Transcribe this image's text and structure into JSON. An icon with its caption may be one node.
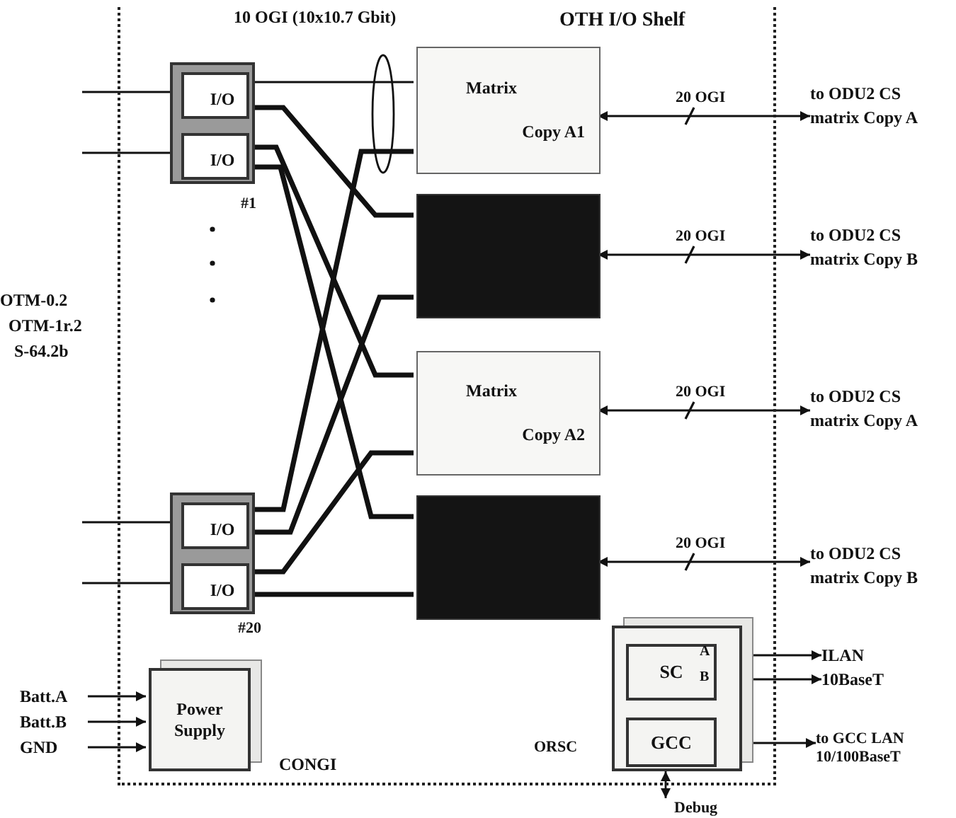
{
  "diagram": {
    "nodes": [
      {
        "text": [
          "OTH I/O Shelf"
        ]
      },
      {
        "text": [],
        "shape": "box",
        "in": 0,
        "beside": [
          "#1"
        ]
      },
      {
        "text": [
          "I/O"
        ],
        "in": 1
      },
      {
        "text": [
          "I/O"
        ],
        "in": 1
      },
      {
        "text": [],
        "shape": "box",
        "in": 0,
        "beside": [
          "#20"
        ]
      },
      {
        "text": [
          "I/O"
        ],
        "in": 4
      },
      {
        "text": [
          "I/O"
        ],
        "in": 4
      },
      {
        "text": [
          "Matrix",
          "Copy A1"
        ],
        "in": 0
      },
      {
        "text": [],
        "shape": "box",
        "in": 0
      },
      {
        "text": [
          "Matrix",
          "Copy A2"
        ],
        "in": 0
      },
      {
        "text": [],
        "shape": "box",
        "in": 0
      },
      {
        "text": [
          "Power Supply"
        ],
        "in": 0
      },
      {
        "text": [],
        "shape": "box",
        "in": 0,
        "beside": [
          "ORSC"
        ]
      },
      {
        "text": [
          "SC"
        ],
        "in": 12
      },
      {
        "text": [
          "GCC"
        ],
        "in": 12
      },
      {
        "text": [
          "to ODU2 CS matrix Copy A"
        ]
      },
      {
        "text": [
          "to ODU2 CS matrix Copy B"
        ]
      },
      {
        "text": [
          "to ODU2 CS matrix Copy A"
        ]
      },
      {
        "text": [
          "to ODU2 CS matrix Copy B"
        ]
      },
      {
        "text": [
          "ILAN 10BaseT"
        ]
      },
      {
        "text": [
          "to GCC LAN 10/100BaseT"
        ]
      },
      {
        "text": [
          "Batt.A"
        ]
      },
      {
        "text": [
          "Batt.B"
        ]
      },
      {
        "text": [
          "GND"
        ]
      },
      {
        "text": [
          "Debug"
        ]
      },
      {
        "text": [],
        "shape": "ellipse",
        "in": 0
      }
    ],
    "edges": [
      {
        "from": null,
        "to": 2,
        "arrow": "none"
      },
      {
        "from": null,
        "to": 3,
        "arrow": "none"
      },
      {
        "from": null,
        "to": 5,
        "arrow": "none"
      },
      {
        "from": null,
        "to": 6,
        "arrow": "none"
      },
      {
        "from": 2,
        "to": 7,
        "arrow": "none"
      },
      {
        "from": 2,
        "to": 8,
        "arrow": "none",
        "style": "thick"
      },
      {
        "from": 3,
        "to": 9,
        "arrow": "none",
        "style": "thick"
      },
      {
        "from": 3,
        "to": 10,
        "arrow": "none",
        "style": "thick"
      },
      {
        "from": 5,
        "to": 7,
        "arrow": "none",
        "style": "thick"
      },
      {
        "from": 5,
        "to": 8,
        "arrow": "none",
        "style": "thick"
      },
      {
        "from": 6,
        "to": 9,
        "arrow": "none",
        "style": "thick"
      },
      {
        "from": 6,
        "to": 10,
        "arrow": "none",
        "style": "thick"
      },
      {
        "from": 7,
        "to": 15,
        "arrow": "both",
        "label": "20 OGI"
      },
      {
        "from": 8,
        "to": 16,
        "arrow": "both",
        "label": "20 OGI"
      },
      {
        "from": 9,
        "to": 17,
        "arrow": "both",
        "label": "20 OGI"
      },
      {
        "from": 10,
        "to": 18,
        "arrow": "both",
        "label": "20 OGI"
      },
      {
        "from": 21,
        "to": 11,
        "arrow": "to"
      },
      {
        "from": 22,
        "to": 11,
        "arrow": "to"
      },
      {
        "from": 23,
        "to": 11,
        "arrow": "to"
      },
      {
        "from": 19,
        "to": 13,
        "arrow": "both"
      },
      {
        "from": 19,
        "to": 13,
        "arrow": "both"
      },
      {
        "from": 20,
        "to": 14,
        "arrow": "both"
      },
      {
        "from": 12,
        "to": 24,
        "arrow": "both"
      }
    ],
    "labels": [
      "10 OGI (10x10.7 Gbit)",
      "OTM-0.2",
      "OTM-1r.2",
      "S-64.2b",
      "CONGI",
      "A",
      "B"
    ]
  }
}
